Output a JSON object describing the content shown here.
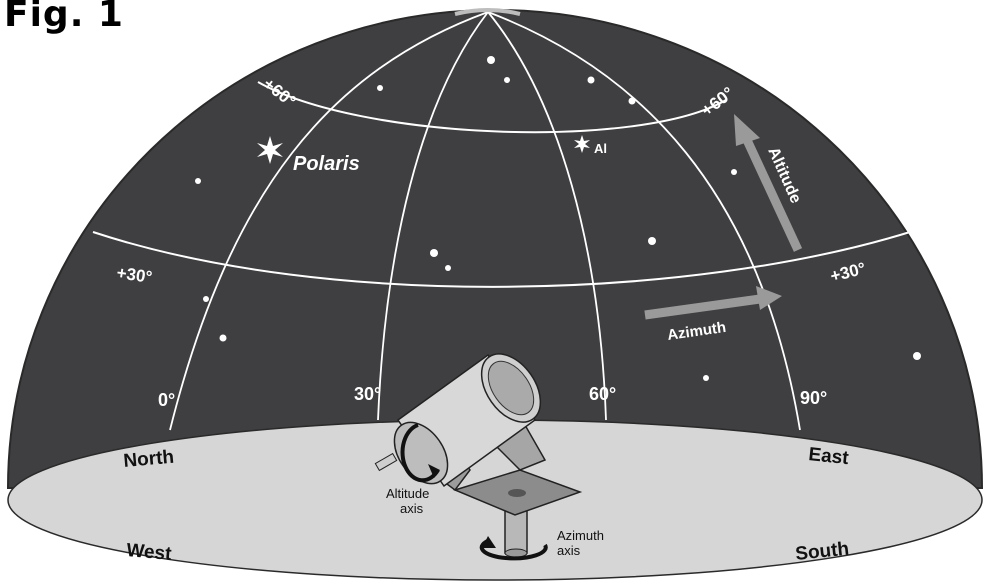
{
  "title": "Fig. 1",
  "colors": {
    "dome": "#3f3f41",
    "ground": "#d6d6d6",
    "grid": "#ffffff",
    "arrow": "#9a9a9a",
    "mount": "#8c8c8c"
  },
  "altitude_labels": {
    "alt60_left": "+60°",
    "alt60_right": "+60°",
    "alt30_left": "+30°",
    "alt30_right": "+30°"
  },
  "azimuth_labels": {
    "az0": "0°",
    "az30": "30°",
    "az60": "60°",
    "az90": "90°"
  },
  "stars": {
    "polaris": "Polaris",
    "other": "Al"
  },
  "directions": {
    "north": "North",
    "east": "East",
    "west": "West",
    "south": "South"
  },
  "arrows": {
    "altitude": "Altitude",
    "azimuth": "Azimuth"
  },
  "telescope": {
    "altitude_axis_line1": "Altitude",
    "altitude_axis_line2": "axis",
    "azimuth_axis_line1": "Azimuth",
    "azimuth_axis_line2": "axis"
  }
}
